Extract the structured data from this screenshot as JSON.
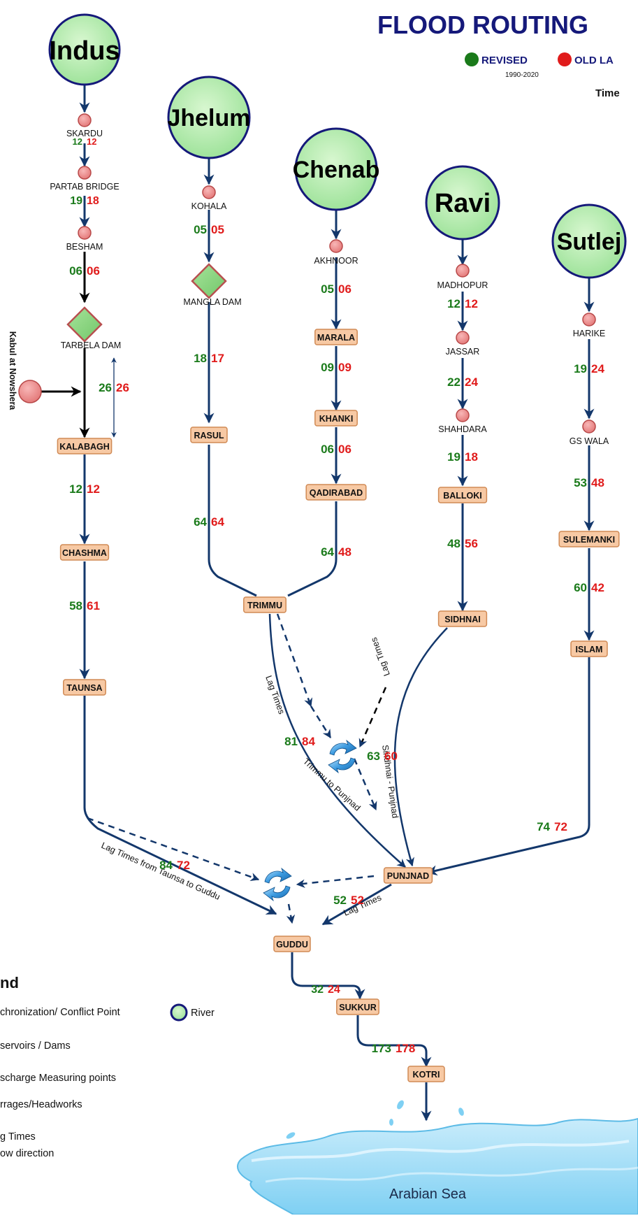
{
  "header": {
    "title": "FLOOD ROUTING",
    "legend_revised": "REVISED",
    "legend_revised_period": "1990-2020",
    "legend_old": "OLD LA",
    "time_label": "Time",
    "revised_color": "#1a7a1a",
    "old_color": "#e01b1b"
  },
  "rivers": [
    {
      "name": "Indus"
    },
    {
      "name": "Jhelum"
    },
    {
      "name": "Chenab"
    },
    {
      "name": "Ravi"
    },
    {
      "name": "Sutlej"
    }
  ],
  "measuring_points": [
    {
      "name": "SKARDU"
    },
    {
      "name": "PARTAB BRIDGE"
    },
    {
      "name": "BESHAM"
    },
    {
      "name": "KOHALA"
    },
    {
      "name": "AKHNOOR"
    },
    {
      "name": "MADHOPUR"
    },
    {
      "name": "JASSAR"
    },
    {
      "name": "SHAHDARA"
    },
    {
      "name": "HARIKE"
    },
    {
      "name": "GS WALA"
    }
  ],
  "dams": [
    {
      "name": "TARBELA DAM"
    },
    {
      "name": "MANGLA DAM"
    }
  ],
  "barrages": [
    {
      "name": "KALABAGH"
    },
    {
      "name": "CHASHMA"
    },
    {
      "name": "TAUNSA"
    },
    {
      "name": "RASUL"
    },
    {
      "name": "MARALA"
    },
    {
      "name": "KHANKI"
    },
    {
      "name": "QADIRABAD"
    },
    {
      "name": "TRIMMU"
    },
    {
      "name": "BALLOKI"
    },
    {
      "name": "SIDHNAI"
    },
    {
      "name": "SULEMANKI"
    },
    {
      "name": "ISLAM"
    },
    {
      "name": "PUNJNAD"
    },
    {
      "name": "GUDDU"
    },
    {
      "name": "SUKKUR"
    },
    {
      "name": "KOTRI"
    }
  ],
  "kabul_label": "Kabul at Nowshera",
  "lag_times": [
    {
      "revised": "12",
      "old": "12"
    },
    {
      "revised": "19",
      "old": "18"
    },
    {
      "revised": "06",
      "old": "06"
    },
    {
      "revised": "26",
      "old": "26"
    },
    {
      "revised": "12",
      "old": "12"
    },
    {
      "revised": "58",
      "old": "61"
    },
    {
      "revised": "05",
      "old": "05"
    },
    {
      "revised": "18",
      "old": "17"
    },
    {
      "revised": "64",
      "old": "64"
    },
    {
      "revised": "05",
      "old": "06"
    },
    {
      "revised": "09",
      "old": "09"
    },
    {
      "revised": "06",
      "old": "06"
    },
    {
      "revised": "64",
      "old": "48"
    },
    {
      "revised": "12",
      "old": "12"
    },
    {
      "revised": "22",
      "old": "24"
    },
    {
      "revised": "19",
      "old": "18"
    },
    {
      "revised": "48",
      "old": "56"
    },
    {
      "revised": "19",
      "old": "24"
    },
    {
      "revised": "53",
      "old": "48"
    },
    {
      "revised": "60",
      "old": "42"
    },
    {
      "revised": "81",
      "old": "84"
    },
    {
      "revised": "63",
      "old": "60"
    },
    {
      "revised": "74",
      "old": "72"
    },
    {
      "revised": "84",
      "old": "72"
    },
    {
      "revised": "52",
      "old": "52"
    },
    {
      "revised": "32",
      "old": "24"
    },
    {
      "revised": "173",
      "old": "178"
    }
  ],
  "curve_labels": [
    {
      "text": "Lag Times"
    },
    {
      "text": "Trimmu to Punjnad"
    },
    {
      "text": "Lag Times"
    },
    {
      "text": "Sindhnai - Punjnad"
    },
    {
      "text": "Lag Times from Taunsa to Guddu"
    },
    {
      "text": "Lag Times"
    }
  ],
  "legend": {
    "title": "nd",
    "sync_point": "chronization/ Conflict Point",
    "river": "River",
    "dams": "servoirs / Dams",
    "measuring": "scharge Measuring points",
    "barrages": "rrages/Headworks",
    "lag": "g Times",
    "flow": "ow direction"
  },
  "sea_label": "Arabian Sea"
}
